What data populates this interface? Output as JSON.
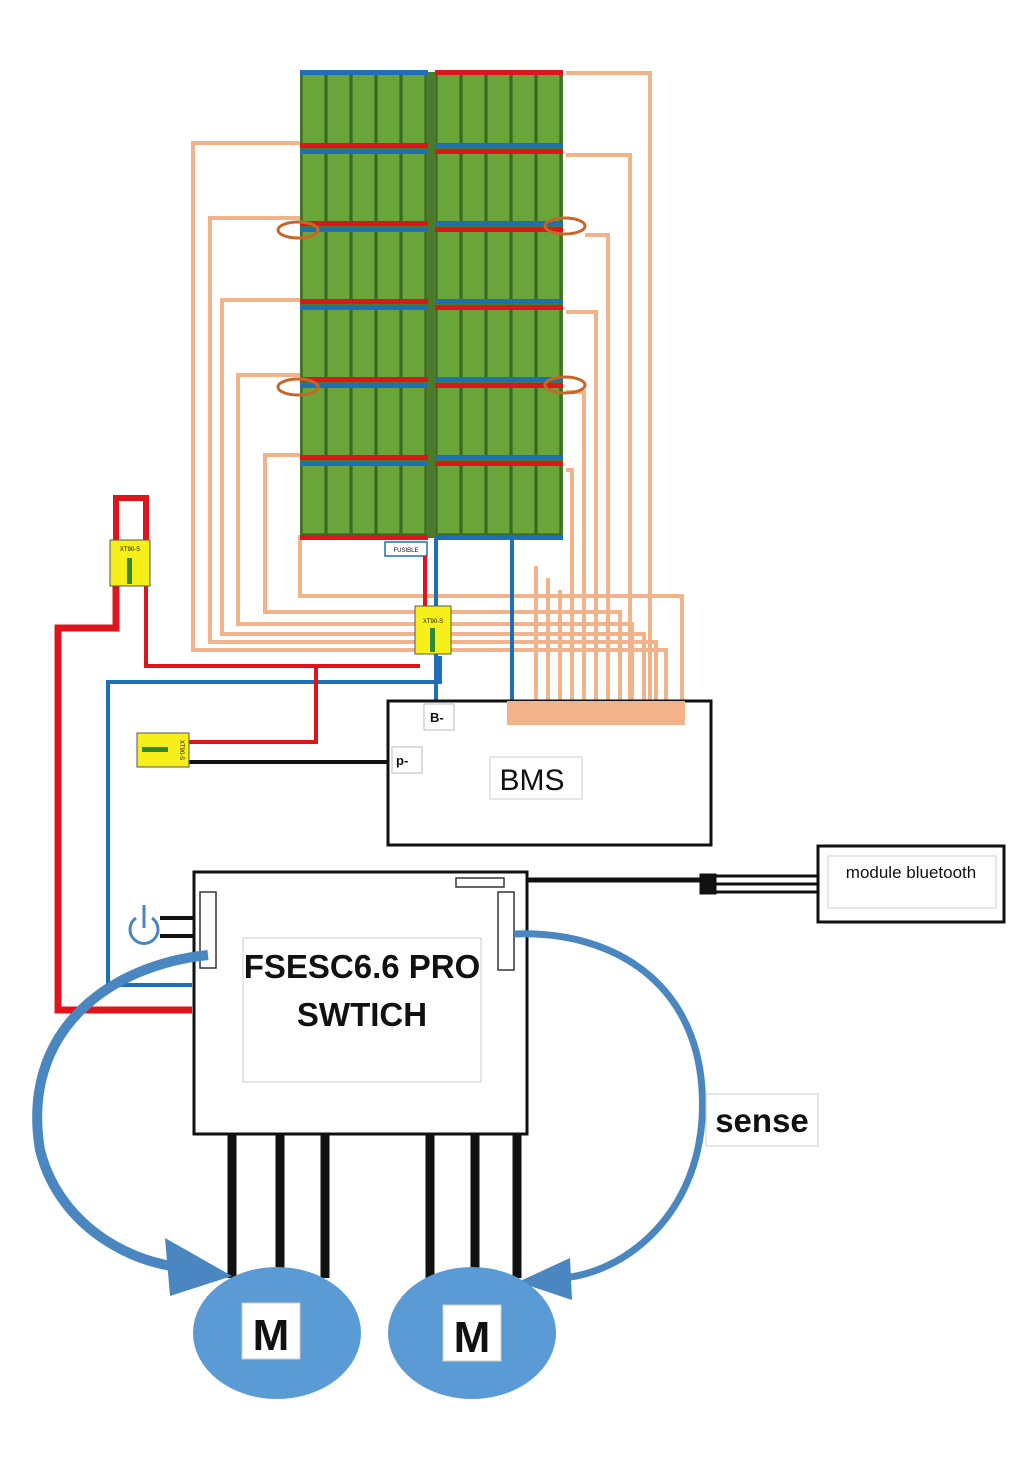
{
  "labels": {
    "fusible": "FUSIBLE",
    "xt90_top": "XT90-S",
    "xt90_center": "XT90-S",
    "xt90_side": "XT90-S",
    "bms": "BMS",
    "bms_b_minus": "B-",
    "bms_p_minus": "p-",
    "esc_line1": "FSESC6.6 PRO",
    "esc_line2": "SWTICH",
    "bluetooth": "module bluetooth",
    "sense": "sense",
    "motor_left": "M",
    "motor_right": "M"
  },
  "colors": {
    "cell_green": "#6aa53a",
    "positive_red": "#e0141c",
    "negative_blue": "#1f6fb8",
    "balance_wire": "#f2b38a",
    "connector_yellow": "#f7ef1a",
    "motor_blue": "#5b9bd5",
    "sense_arrow": "#4a86bf",
    "loop_orange": "#c8662a"
  },
  "icons": {
    "power": "power-icon"
  }
}
